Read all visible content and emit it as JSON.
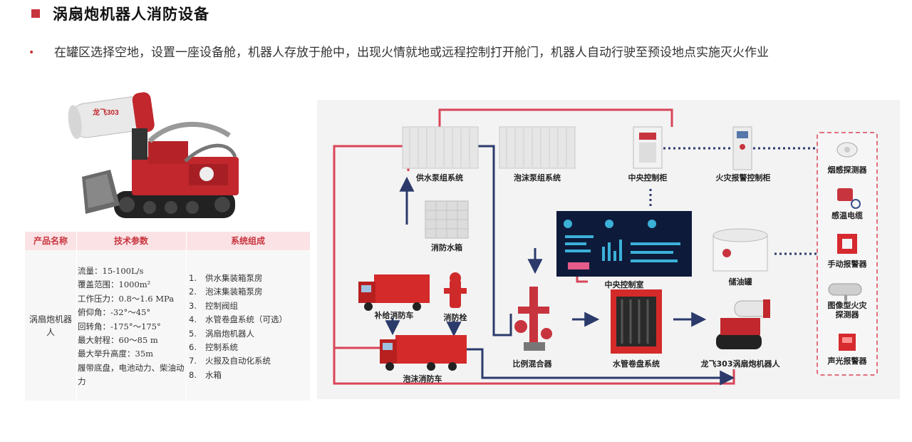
{
  "title": "涡扇炮机器人消防设备",
  "bullet": "在罐区选择空地，设置一座设备舱，机器人存放于舱中，出现火情就地或远程控制打开舱门，机器人自动行驶至预设地点实施灭火作业",
  "robot_logo": "龙飞303",
  "table": {
    "headers": [
      "产品名称",
      "技术参数",
      "系统组成"
    ],
    "product_name": "涡扇炮机器人",
    "params": [
      "流量：15-100L/s",
      "覆盖范围：1000m²",
      "工作压力：0.8～1.6 MPa",
      "俯仰角：-32°～45°",
      "回转角：-175°～175°",
      "最大射程：60～85 m",
      "最大举升高度：35m",
      "履带底盘，电池动力、柴油动力"
    ],
    "systems": [
      {
        "num": "1.",
        "text": "供水集装箱泵房"
      },
      {
        "num": "2.",
        "text": "泡沫集装箱泵房"
      },
      {
        "num": "3.",
        "text": "控制阀组"
      },
      {
        "num": "4.",
        "text": "水管卷盘系统（可选）"
      },
      {
        "num": "5.",
        "text": "涡扇炮机器人"
      },
      {
        "num": "6.",
        "text": "控制系统"
      },
      {
        "num": "7.",
        "text": "火报及自动化系统"
      },
      {
        "num": "8.",
        "text": "水箱"
      }
    ]
  },
  "diagram": {
    "labels": {
      "water_pump": "供水泵组系统",
      "foam_pump": "泡沫泵组系统",
      "control_cabinet": "中央控制柜",
      "alarm_cabinet": "火灾报警控制柜",
      "smoke": "烟感探测器",
      "heat_cable": "感温电缆",
      "manual_alarm": "手动报警器",
      "image_detector": "图像型火灾探测器",
      "sound_light": "声光报警器",
      "water_tank": "消防水箱",
      "control_room": "中央控制室",
      "oil_tank": "储油罐",
      "supply_truck": "补给消防车",
      "hydrant": "消防栓",
      "foam_truck": "泡沫消防车",
      "mixer": "比例混合器",
      "hose_reel": "水管卷盘系统",
      "robot": "龙飞303涡扇炮机器人"
    },
    "colors": {
      "water_line": "#d94457",
      "foam_line": "#2b3a6b",
      "signal_line": "#2b3a6b",
      "accent": "#c8343e"
    }
  }
}
